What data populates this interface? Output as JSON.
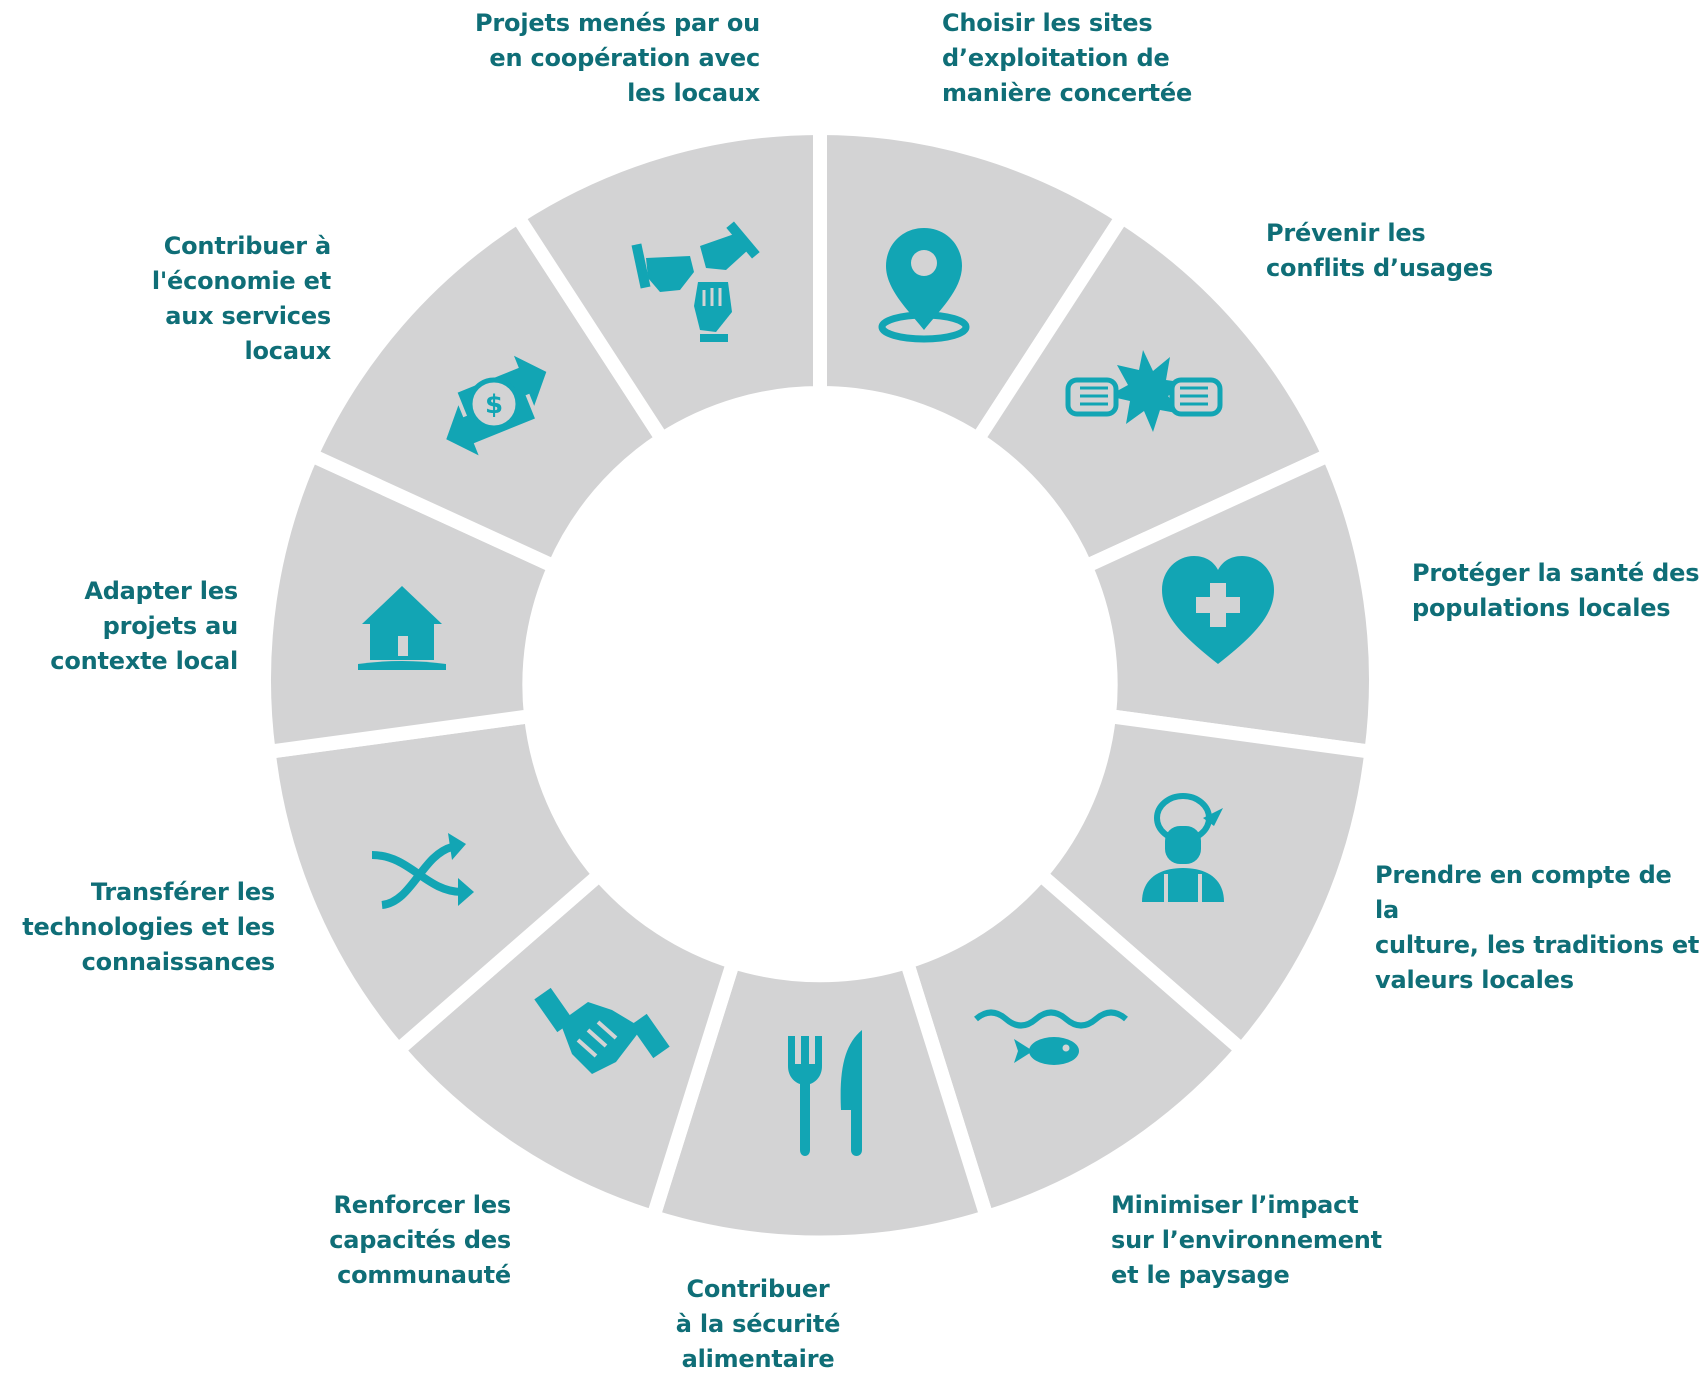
{
  "colors": {
    "segment": "#d3d3d4",
    "icon": "#12a5b4",
    "label": "#0f6e77",
    "background": "#ffffff"
  },
  "items": [
    {
      "label": "Choisir les sites\nd’exploitation de\nmanière concertée",
      "icon": "location-pin-icon"
    },
    {
      "label": "Prévenir les\nconflits d’usages",
      "icon": "clashing-fists-icon"
    },
    {
      "label": "Protéger la santé des\npopulations locales",
      "icon": "heart-plus-icon"
    },
    {
      "label": "Prendre en compte de la\nculture, les traditions et\nvaleurs locales",
      "icon": "local-person-icon"
    },
    {
      "label": "Minimiser l’impact\nsur l’environnement\net le paysage",
      "icon": "fish-water-icon"
    },
    {
      "label": "Contribuer\nà la sécurité\nalimentaire",
      "icon": "fork-knife-icon"
    },
    {
      "label": "Renforcer les\ncapacités des\ncommunauté",
      "icon": "handshake-icon"
    },
    {
      "label": "Transférer les\ntechnologies et les\nconnaissances",
      "icon": "crossing-arrows-icon"
    },
    {
      "label": "Adapter les\nprojets au\ncontexte local",
      "icon": "house-icon"
    },
    {
      "label": "Contribuer à\nl'économie et\naux services\nlocaux",
      "icon": "money-exchange-icon"
    },
    {
      "label": "Projets menés par ou\nen coopération avec\nles locaux",
      "icon": "joined-hands-icon"
    }
  ]
}
